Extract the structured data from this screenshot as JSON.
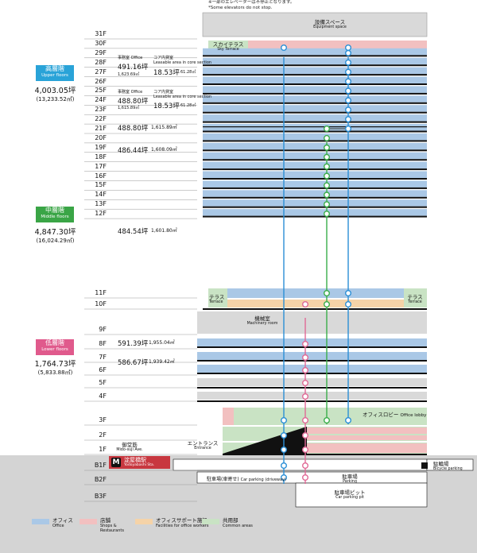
{
  "header": {
    "note_jp": "※一部のエレベーターは不停止となります。",
    "note_en": "*Some elevators do not stop."
  },
  "floors_above": [
    "31F",
    "30F",
    "29F",
    "28F",
    "27F",
    "26F",
    "25F",
    "24F",
    "23F",
    "22F",
    "21F",
    "20F",
    "19F",
    "18F",
    "17F",
    "16F",
    "15F",
    "14F",
    "13F",
    "12F",
    "11F",
    "10F",
    "9F",
    "8F",
    "7F",
    "6F",
    "5F",
    "4F",
    "3F",
    "2F",
    "1F"
  ],
  "floors_below": [
    "B1F",
    "B2F",
    "B3F"
  ],
  "zones": {
    "upper": {
      "jp": "高層階",
      "en": "Upper floors",
      "area_tsubo": "4,003.05坪",
      "area_sqm": "(13,233.52㎡)",
      "color": "#29a3d8"
    },
    "middle": {
      "jp": "中層階",
      "en": "Middle floors",
      "area_tsubo": "4,847.30坪",
      "area_sqm": "(16,024.29㎡)",
      "color": "#3aa546"
    },
    "lower": {
      "jp": "低層階",
      "en": "Lower floors",
      "area_tsubo": "1,764.73坪",
      "area_sqm": "(5,833.88㎡)",
      "color": "#e05a8c"
    }
  },
  "floor_areas": {
    "f29_28": {
      "office_jp": "事務室 Office",
      "office_tsubo": "491.16坪",
      "office_sqm": "1,623.69㎡",
      "core_jp": "コア内貸室",
      "core_en": "Leasable area in core section",
      "core_tsubo": "18.53坪",
      "core_sqm": "61.28㎡"
    },
    "f27_26": {
      "office_jp": "事務室 Office",
      "office_tsubo": "488.80坪",
      "office_sqm": "1,615.89㎡",
      "core_jp": "コア内貸室",
      "core_en": "Leasable area in core section",
      "core_tsubo": "18.53坪",
      "core_sqm": "61.28㎡"
    },
    "f24": {
      "tsubo": "488.80坪",
      "sqm": "1,615.89㎡"
    },
    "f23_22": {
      "tsubo": "486.44坪",
      "sqm": "1,608.09㎡"
    },
    "f20_12": {
      "tsubo": "484.54坪",
      "sqm": "1,601.80㎡"
    },
    "f8": {
      "tsubo": "591.39坪",
      "sqm": "1,955.04㎡"
    },
    "f7": {
      "tsubo": "586.67坪",
      "sqm": "1,939.42㎡"
    }
  },
  "spaces": {
    "equipment": {
      "jp": "設備スペース",
      "en": "Equipment space"
    },
    "sky_terrace": {
      "jp": "スカイテラス",
      "en": "Sky Terrace"
    },
    "terrace": {
      "jp": "テラス",
      "en": "Terrace"
    },
    "machinery": {
      "jp": "機械室",
      "en": "Machinery room"
    },
    "office_lobby": {
      "jp": "オフィスロビー",
      "en": "Office lobby"
    },
    "entrance": {
      "jp": "エントランス",
      "en": "Entrance"
    },
    "mido_suji": {
      "jp": "御堂筋",
      "en": "Mido-suji Ave."
    },
    "station": {
      "jp": "淀屋橋駅",
      "en": "Yodoyabashi Sta.",
      "icon": "metro-m-icon"
    },
    "bicycle": {
      "jp": "駐輪場",
      "en": "Bicycle parking"
    },
    "driveway": {
      "jp": "駐車場(車寄せ)",
      "en": "Car parking (driveway)"
    },
    "parking": {
      "jp": "駐車場",
      "en": "Parking"
    },
    "pit": {
      "jp": "駐車場ピット",
      "en": "Car parking pit"
    }
  },
  "legend": [
    {
      "jp": "オフィス",
      "en": "Office",
      "color": "#aac8e6"
    },
    {
      "jp": "店舗",
      "en": "Shops & Restaurants",
      "color": "#f2c0c0"
    },
    {
      "jp": "オフィスサポート施設",
      "en": "Facilities for office workers",
      "color": "#f5d3a8"
    },
    {
      "jp": "共用部",
      "en": "Common areas",
      "color": "#c9e3c4"
    }
  ],
  "colors": {
    "office": "#aac8e6",
    "shop": "#f2c0c0",
    "support": "#f5d3a8",
    "common": "#c9e3c4",
    "gray": "#d9d9d9",
    "ground": "#cfcfcf",
    "elev_blue": "#2b8fd6",
    "elev_green": "#3aae4a",
    "elev_pink": "#e06a96"
  }
}
